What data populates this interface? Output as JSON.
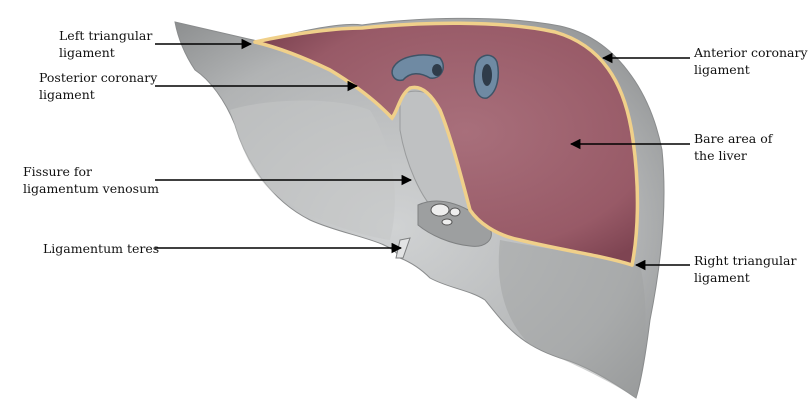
{
  "labels": {
    "left_triangular": [
      "Left triangular",
      "ligament"
    ],
    "posterior_coronary": [
      "Posterior coronary",
      "ligament"
    ],
    "fissure": [
      "Fissure for",
      "ligamentum venosum"
    ],
    "teres": [
      "Ligamentum teres"
    ],
    "anterior_coronary": [
      "Anterior coronary",
      "ligament"
    ],
    "bare_area": [
      "Bare area of",
      "the liver"
    ],
    "right_triangular": [
      "Right triangular",
      "ligament"
    ]
  },
  "colors": {
    "liver_gray": "#b3b5b6",
    "bare_area": "#9a5c69",
    "ligament_line": "#f0d08a",
    "vessel": "#6f8aa3",
    "arrow": "#000000"
  }
}
